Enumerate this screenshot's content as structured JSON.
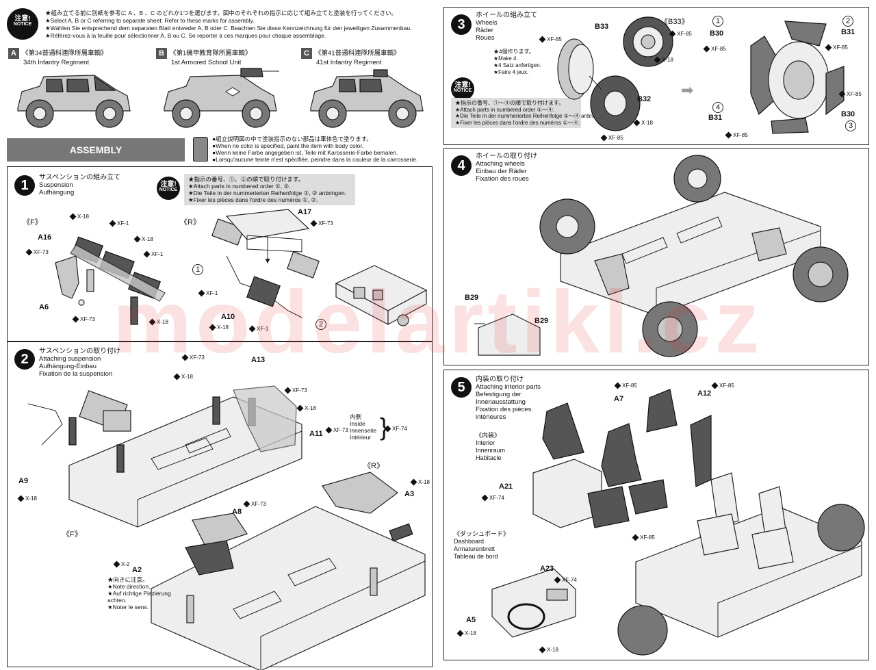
{
  "notice": {
    "badge_top": "注意!",
    "badge_bottom": "NOTICE",
    "lines": [
      "★組み立てる前に別紙を参考に A 、B 、C のどれか1つを選びます。図中のそれぞれの指示に応じて組み立てと塗装を行ってください。",
      "★Select A, B or C referring to separate sheet. Refer to these marks for assembly.",
      "★Wählen Sie entsprechend dem separaten Blatt entweder A, B oder C. Beachten Sie diese Kennzeichnung für den jeweiligen Zusammenbau.",
      "★Référez-vous à la feuille pour sélectionner A, B ou C. Se reporter à ces marques pour chaque assemblage."
    ]
  },
  "versions": [
    {
      "letter": "A",
      "jp": "《第34普通科連隊所属車輌》",
      "en": "34th Infantry Regiment"
    },
    {
      "letter": "B",
      "jp": "《第1機甲教育隊所属車輌》",
      "en": "1st Armored School Unit"
    },
    {
      "letter": "C",
      "jp": "《第41普通科連隊所属車輌》",
      "en": "41st Infantry Regiment"
    }
  ],
  "assembly_label": "ASSEMBLY",
  "body_color_note": [
    "●組立説明図の中で塗装指示のない部品は車体色で塗ります。",
    "●When no color is specified, paint the item with body color.",
    "●Wenn keine Farbe angegeben ist, Teile mit Karosserie-Farbe bemalen.",
    "●Lorsqu'aucune teinte n'est spécifiée, peindre dans la couleur de la carrosserie."
  ],
  "step1": {
    "num": "1",
    "title_jp": "サスペンションの組み立て",
    "title_en": "Suspension",
    "title_de": "Aufhängung",
    "notice": [
      "★指示の番号、①、②の順で取り付けます。",
      "★Attach parts in numbered order ①, ②.",
      "★Die Teile in der nummerierten Reihenfolge ①, ② anbringen.",
      "★Fixer les pièces dans l'ordre des numéros ①, ②."
    ],
    "front_label": "《F》",
    "rear_label": "《R》",
    "parts": [
      "A16",
      "A6",
      "A17",
      "A10"
    ],
    "paints": [
      "X-18",
      "XF-1",
      "XF-73",
      "XF-1",
      "X-18",
      "XF-73",
      "X-18",
      "XF-73",
      "XF-1",
      "X-18",
      "XF-1"
    ],
    "circles": [
      "1",
      "2"
    ]
  },
  "step2": {
    "num": "2",
    "title_jp": "サスペンションの取り付け",
    "title_en": "Attaching suspension",
    "title_de": "Aufhängung-Einbau",
    "title_fr": "Fixation de la suspension",
    "parts": [
      "A13",
      "A11",
      "A9",
      "A8",
      "A2",
      "A3"
    ],
    "inside_jp": "内側",
    "inside": [
      "Inside",
      "Innenseite",
      "Intérieur"
    ],
    "front_label": "《F》",
    "rear_label": "《R》",
    "note_direction": [
      "★向きに注意。",
      "★Note direction.",
      "★Auf richtige Plazierung achten.",
      "★Noter le sens."
    ],
    "paints": [
      "XF-73",
      "X-18",
      "XF-73",
      "X-18",
      "XF-73",
      "XF-74",
      "X-18",
      "XF-73",
      "X-2",
      "X-18"
    ]
  },
  "step3": {
    "num": "3",
    "title_jp": "ホイールの組み立て",
    "title_en": "Wheels",
    "title_de": "Räder",
    "title_fr": "Roues",
    "make": [
      "★4個作ります。",
      "★Make 4.",
      "★4 Satz anfertigen.",
      "★Faire 4 jeux."
    ],
    "notice": [
      "★指示の番号、①〜④の順で取り付けます。",
      "★Attach parts in numbered order ①〜④.",
      "★Die Teile in der nummerierten Reihenfolge ①〜④ anbringen.",
      "★Fixer les pièces dans l'ordre des numéros ①〜④."
    ],
    "parts": [
      "B33",
      "《B33》",
      "B32",
      "B30",
      "B31",
      "B30",
      "B31"
    ],
    "circles": [
      "1",
      "2",
      "3",
      "4"
    ],
    "paints": [
      "XF-85",
      "XF-85",
      "X-18",
      "XF-85",
      "X-18",
      "XF-85",
      "XF-85",
      "XF-85",
      "XF-85"
    ]
  },
  "step4": {
    "num": "4",
    "title_jp": "ホイールの取り付け",
    "title_en": "Attaching wheels",
    "title_de": "Einbau der Räder",
    "title_fr": "Fixation des roues",
    "parts": [
      "B29",
      "B29"
    ]
  },
  "step5": {
    "num": "5",
    "title_jp": "内装の取り付け",
    "title_en": "Attaching interior parts",
    "title_de1": "Befestigung der",
    "title_de2": "Innenausstattung",
    "title_fr1": "Fixation des pièces",
    "title_fr2": "intérieures",
    "interior_jp": "《内装》",
    "interior": [
      "Interior",
      "Innenraum",
      "Habitacle"
    ],
    "dashboard_jp": "《ダッシュボード》",
    "dashboard": [
      "Dashboard",
      "Armaturenbrett",
      "Tableau de bord"
    ],
    "parts": [
      "A7",
      "A12",
      "A21",
      "A23",
      "A5"
    ],
    "paints": [
      "XF-85",
      "XF-85",
      "XF-74",
      "XF-85",
      "XF-74",
      "X-18",
      "X-18"
    ]
  },
  "watermark": "modelartikl.cz"
}
